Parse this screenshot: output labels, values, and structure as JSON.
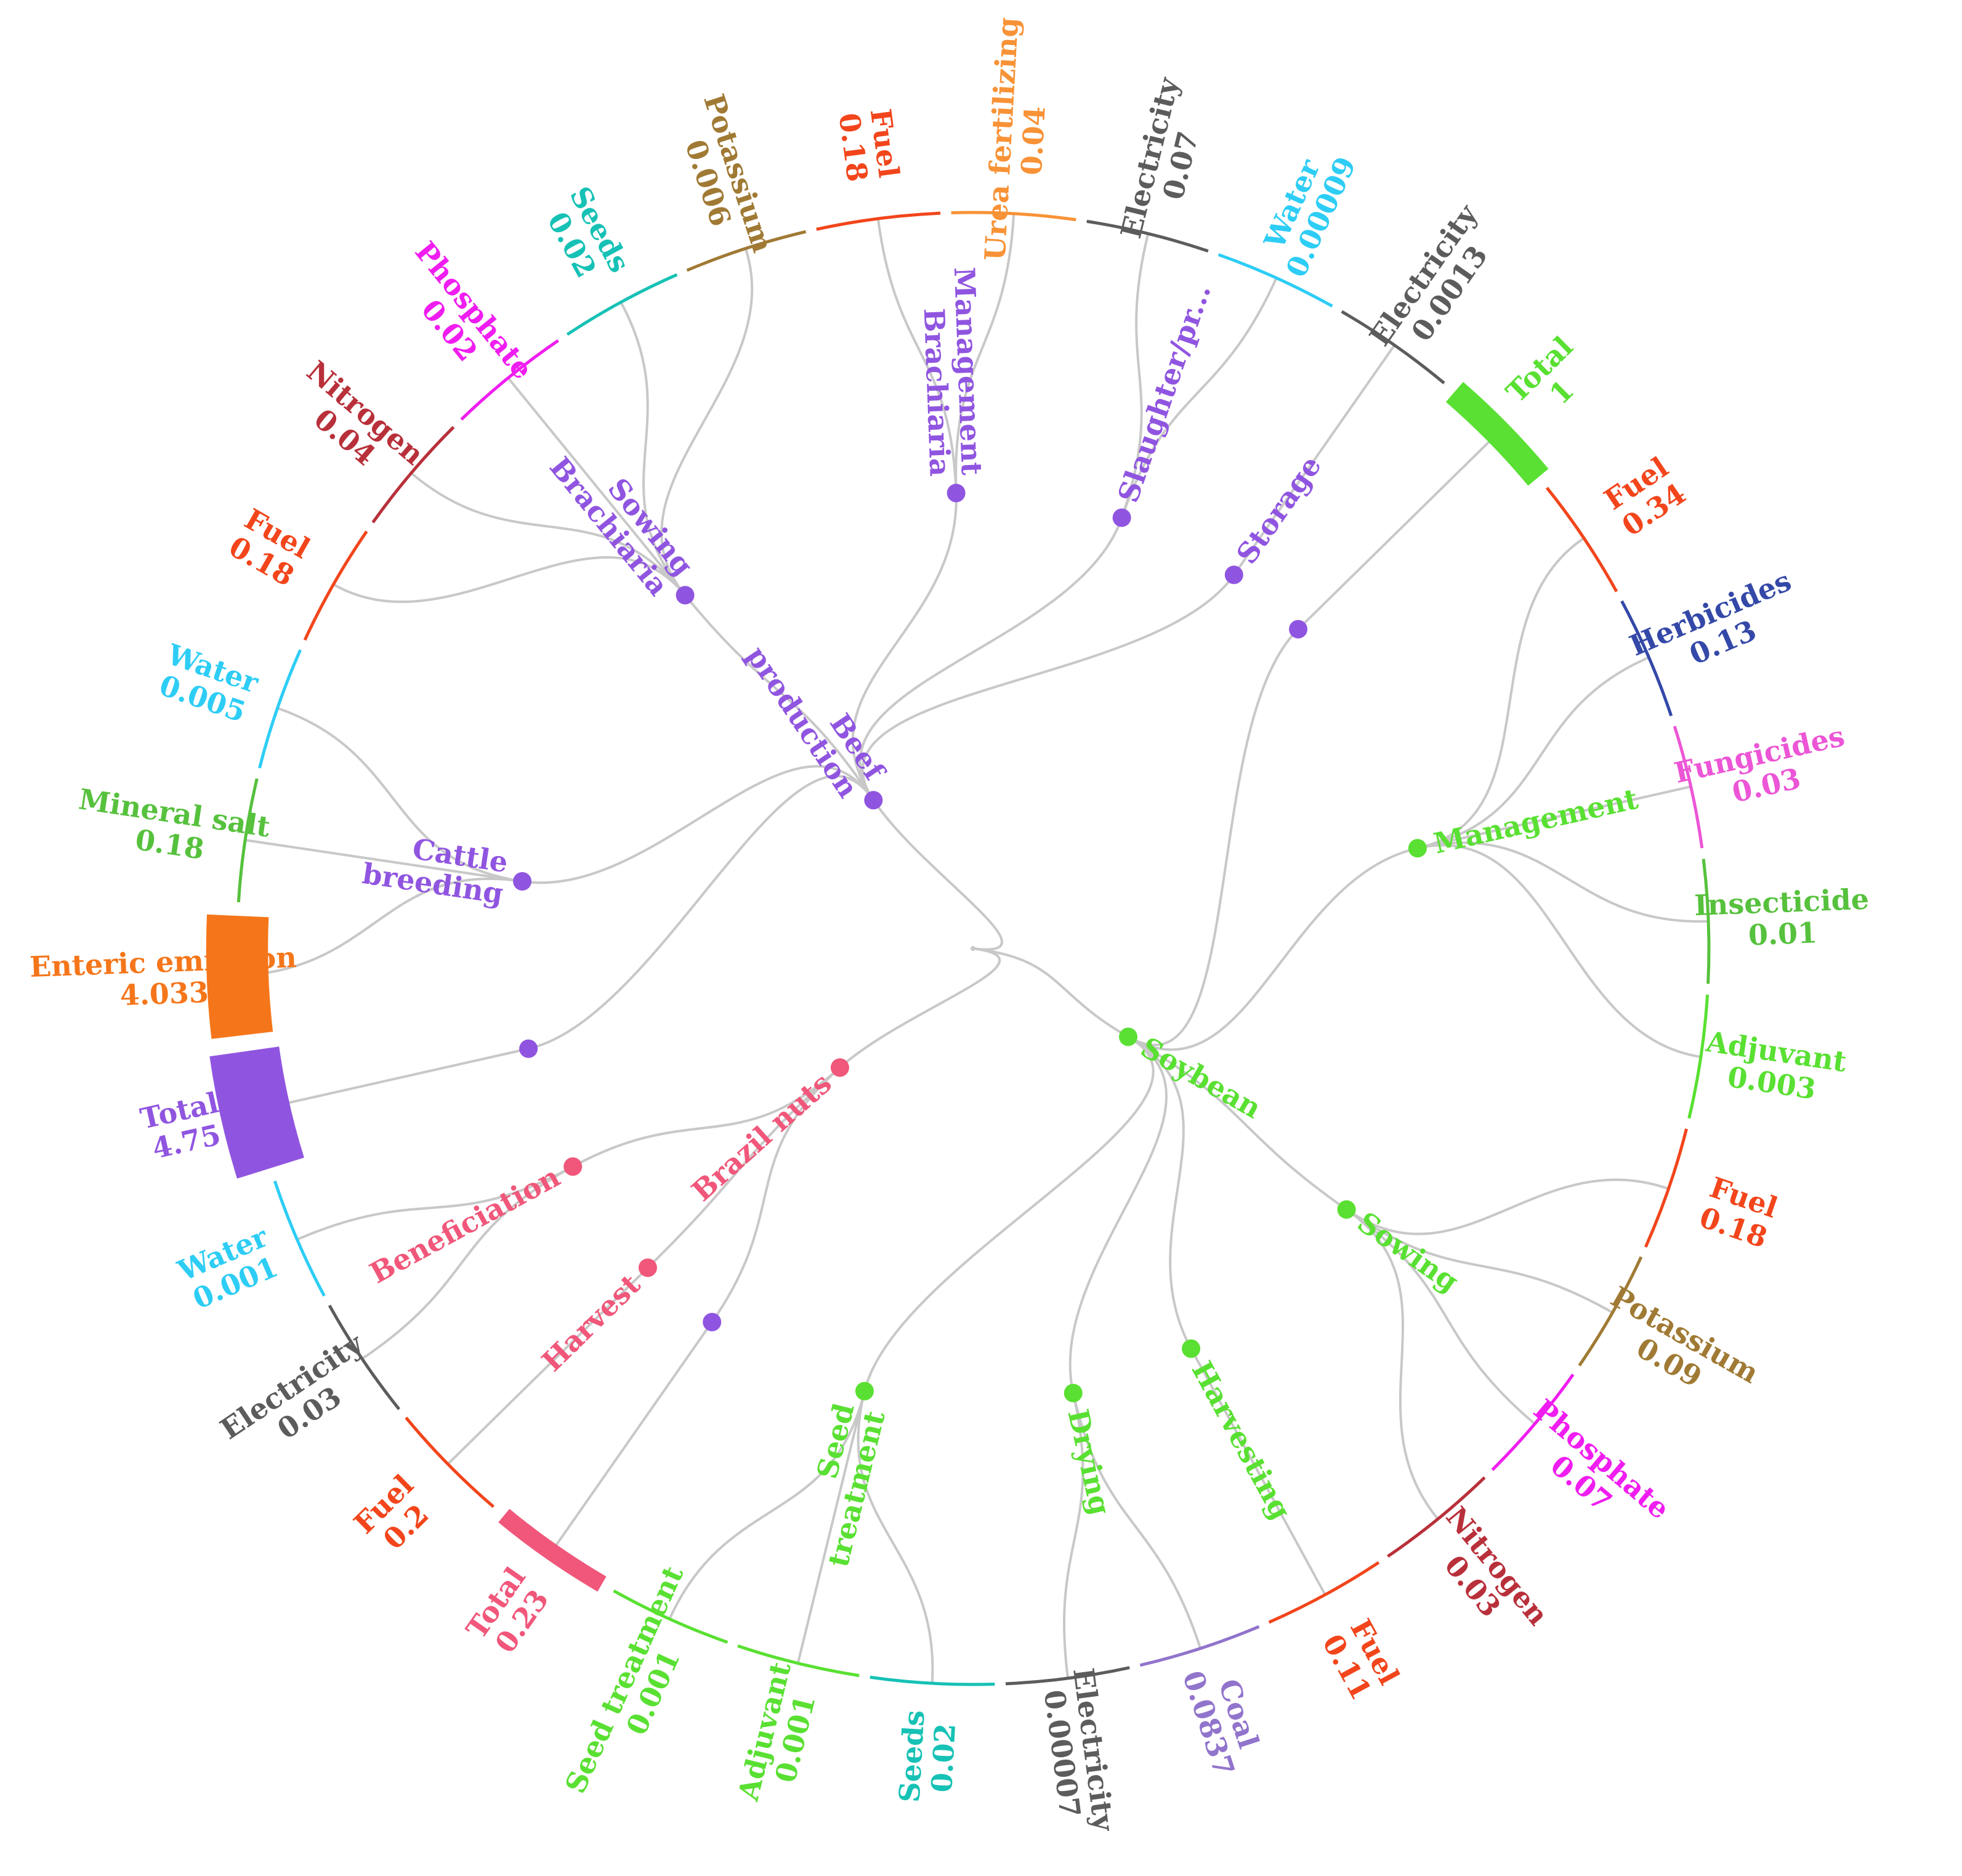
{
  "root": {
    "name": "",
    "children": [
      {
        "name": "Beef production",
        "color": "#9055e0",
        "children": [
          {
            "name": "",
            "children": [
              {
                "name": "Total",
                "value": "4.75",
                "color": "#9055e0",
                "bar": 4.75
              }
            ]
          },
          {
            "name": "Cattle breeding",
            "color": "#9055e0",
            "children": [
              {
                "name": "Enteric emission",
                "value": "4.033",
                "color": "#f5761a",
                "bar": 4.033
              },
              {
                "name": "Mineral salt",
                "value": "0.18",
                "color": "#56c13d"
              },
              {
                "name": "Water",
                "value": "0.005",
                "color": "#2dcdf5"
              }
            ]
          },
          {
            "name": "Sowing Brachiaria",
            "color": "#9055e0",
            "children": [
              {
                "name": "Fuel",
                "value": "0.18",
                "color": "#f2451b"
              },
              {
                "name": "Nitrogen",
                "value": "0.04",
                "color": "#b8303a"
              },
              {
                "name": "Phosphate",
                "value": "0.02",
                "color": "#f01df0"
              },
              {
                "name": "Seeds",
                "value": "0.02",
                "color": "#16c1b5"
              },
              {
                "name": "Potassium",
                "value": "0.006",
                "color": "#a07a34"
              }
            ]
          },
          {
            "name": "Management Brachiaria",
            "color": "#9055e0",
            "children": [
              {
                "name": "Fuel",
                "value": "0.18",
                "color": "#f2451b"
              },
              {
                "name": "Urea fertilizing",
                "value": "0.04",
                "color": "#f89236"
              }
            ]
          },
          {
            "name": "Slaughter/pr...",
            "color": "#9055e0",
            "children": [
              {
                "name": "Electricity",
                "value": "0.07",
                "color": "#5c5c5c"
              },
              {
                "name": "Water",
                "value": "0.00009",
                "color": "#2dcdf5"
              }
            ]
          },
          {
            "name": "Storage",
            "color": "#9055e0",
            "children": [
              {
                "name": "Electricity",
                "value": "0.0013",
                "color": "#5c5c5c"
              }
            ]
          }
        ]
      },
      {
        "name": "Soybean",
        "color": "#59e032",
        "children": [
          {
            "name": "",
            "children": [
              {
                "name": "Total",
                "value": "1",
                "color": "#59e032",
                "bar": 1
              }
            ]
          },
          {
            "name": "Management",
            "color": "#59e032",
            "children": [
              {
                "name": "Fuel",
                "value": "0.34",
                "color": "#f2451b"
              },
              {
                "name": "Herbicides",
                "value": "0.13",
                "color": "#3448a8"
              },
              {
                "name": "Fungicides",
                "value": "0.03",
                "color": "#ec55d6"
              },
              {
                "name": "Insecticide",
                "value": "0.01",
                "color": "#56c13d"
              },
              {
                "name": "Adjuvant",
                "value": "0.003",
                "color": "#59e032"
              }
            ]
          },
          {
            "name": "Sowing",
            "color": "#59e032",
            "children": [
              {
                "name": "Fuel",
                "value": "0.18",
                "color": "#f2451b"
              },
              {
                "name": "Potassium",
                "value": "0.09",
                "color": "#a07a34"
              },
              {
                "name": "Phosphate",
                "value": "0.07",
                "color": "#f01df0"
              },
              {
                "name": "Nitrogen",
                "value": "0.03",
                "color": "#b8303a"
              }
            ]
          },
          {
            "name": "Harvesting",
            "color": "#59e032",
            "children": [
              {
                "name": "Fuel",
                "value": "0.11",
                "color": "#f2451b"
              }
            ]
          },
          {
            "name": "Drying",
            "color": "#59e032",
            "children": [
              {
                "name": "Coal",
                "value": "0.0837",
                "color": "#9174cc"
              },
              {
                "name": "Electricity",
                "value": "0.00007",
                "color": "#5c5c5c"
              }
            ]
          },
          {
            "name": "Seed treatment",
            "color": "#59e032",
            "children": [
              {
                "name": "Seeds",
                "value": "0.02",
                "color": "#16c1b5"
              },
              {
                "name": "Adjuvant",
                "value": "0.001",
                "color": "#59e032"
              },
              {
                "name": "Seed treatment",
                "value": "0.001",
                "color": "#59e032"
              }
            ]
          }
        ]
      },
      {
        "name": "Brazil nuts",
        "color": "#f0577a",
        "children": [
          {
            "name": "",
            "children": [
              {
                "name": "Total",
                "value": "0.23",
                "color": "#f0577a",
                "bar": 0.23
              }
            ]
          },
          {
            "name": "Harvest",
            "color": "#f0577a",
            "children": [
              {
                "name": "Fuel",
                "value": "0.2",
                "color": "#f2451b"
              }
            ]
          },
          {
            "name": "Beneficiation",
            "color": "#f0577a",
            "children": [
              {
                "name": "Electricity",
                "value": "0.03",
                "color": "#5c5c5c"
              },
              {
                "name": "Water",
                "value": "0.001",
                "color": "#2dcdf5"
              }
            ]
          }
        ]
      }
    ]
  }
}
